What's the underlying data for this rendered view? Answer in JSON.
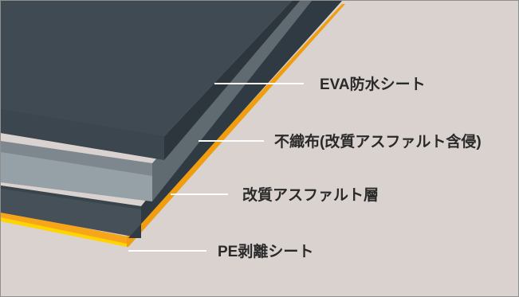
{
  "diagram": {
    "background_color": "#d9d2cf",
    "layers": [
      {
        "id": "eva",
        "label": "EVA防水シート",
        "color": "#404a52"
      },
      {
        "id": "nonwoven",
        "label": "不織布(改質アスファルト含侵)",
        "color": "#8d989e"
      },
      {
        "id": "asphalt",
        "label": "改質アスファルト層",
        "color": "#454f57"
      },
      {
        "id": "pe",
        "label": "PE剥離シート",
        "color": "#f7a51b"
      }
    ],
    "leader_color": "#ffffff"
  }
}
